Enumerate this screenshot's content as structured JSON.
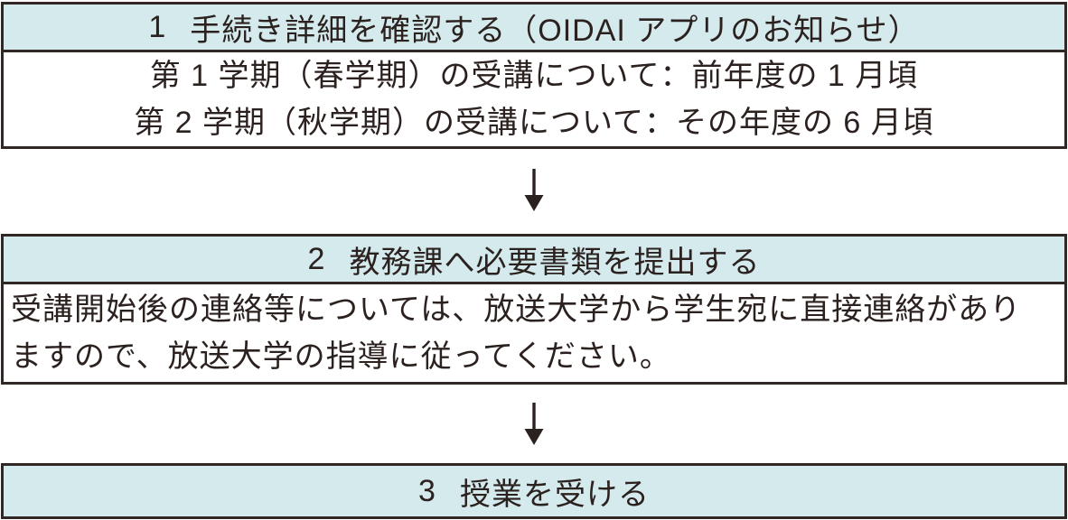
{
  "colors": {
    "header_bg": "#d4eaed",
    "border": "#312826",
    "text": "#2b211f",
    "arrow": "#2b211f",
    "background": "#ffffff"
  },
  "icons": {
    "down_arrow": "down-arrow-icon"
  },
  "steps": [
    {
      "number": "1",
      "title": "手続き詳細を確認する（OIDAI アプリのお知らせ）",
      "body_lines": [
        "第 1 学期（春学期）の受講について：前年度の 1 月頃",
        "第 2 学期（秋学期）の受講について：その年度の 6 月頃"
      ]
    },
    {
      "number": "2",
      "title": "教務課へ必要書類を提出する",
      "body_lines": [
        "受講開始後の連絡等については、放送大学から学生宛に直接連絡があり",
        "ますので、放送大学の指導に従ってください。"
      ]
    },
    {
      "number": "3",
      "title": "授業を受ける",
      "body_lines": []
    }
  ]
}
